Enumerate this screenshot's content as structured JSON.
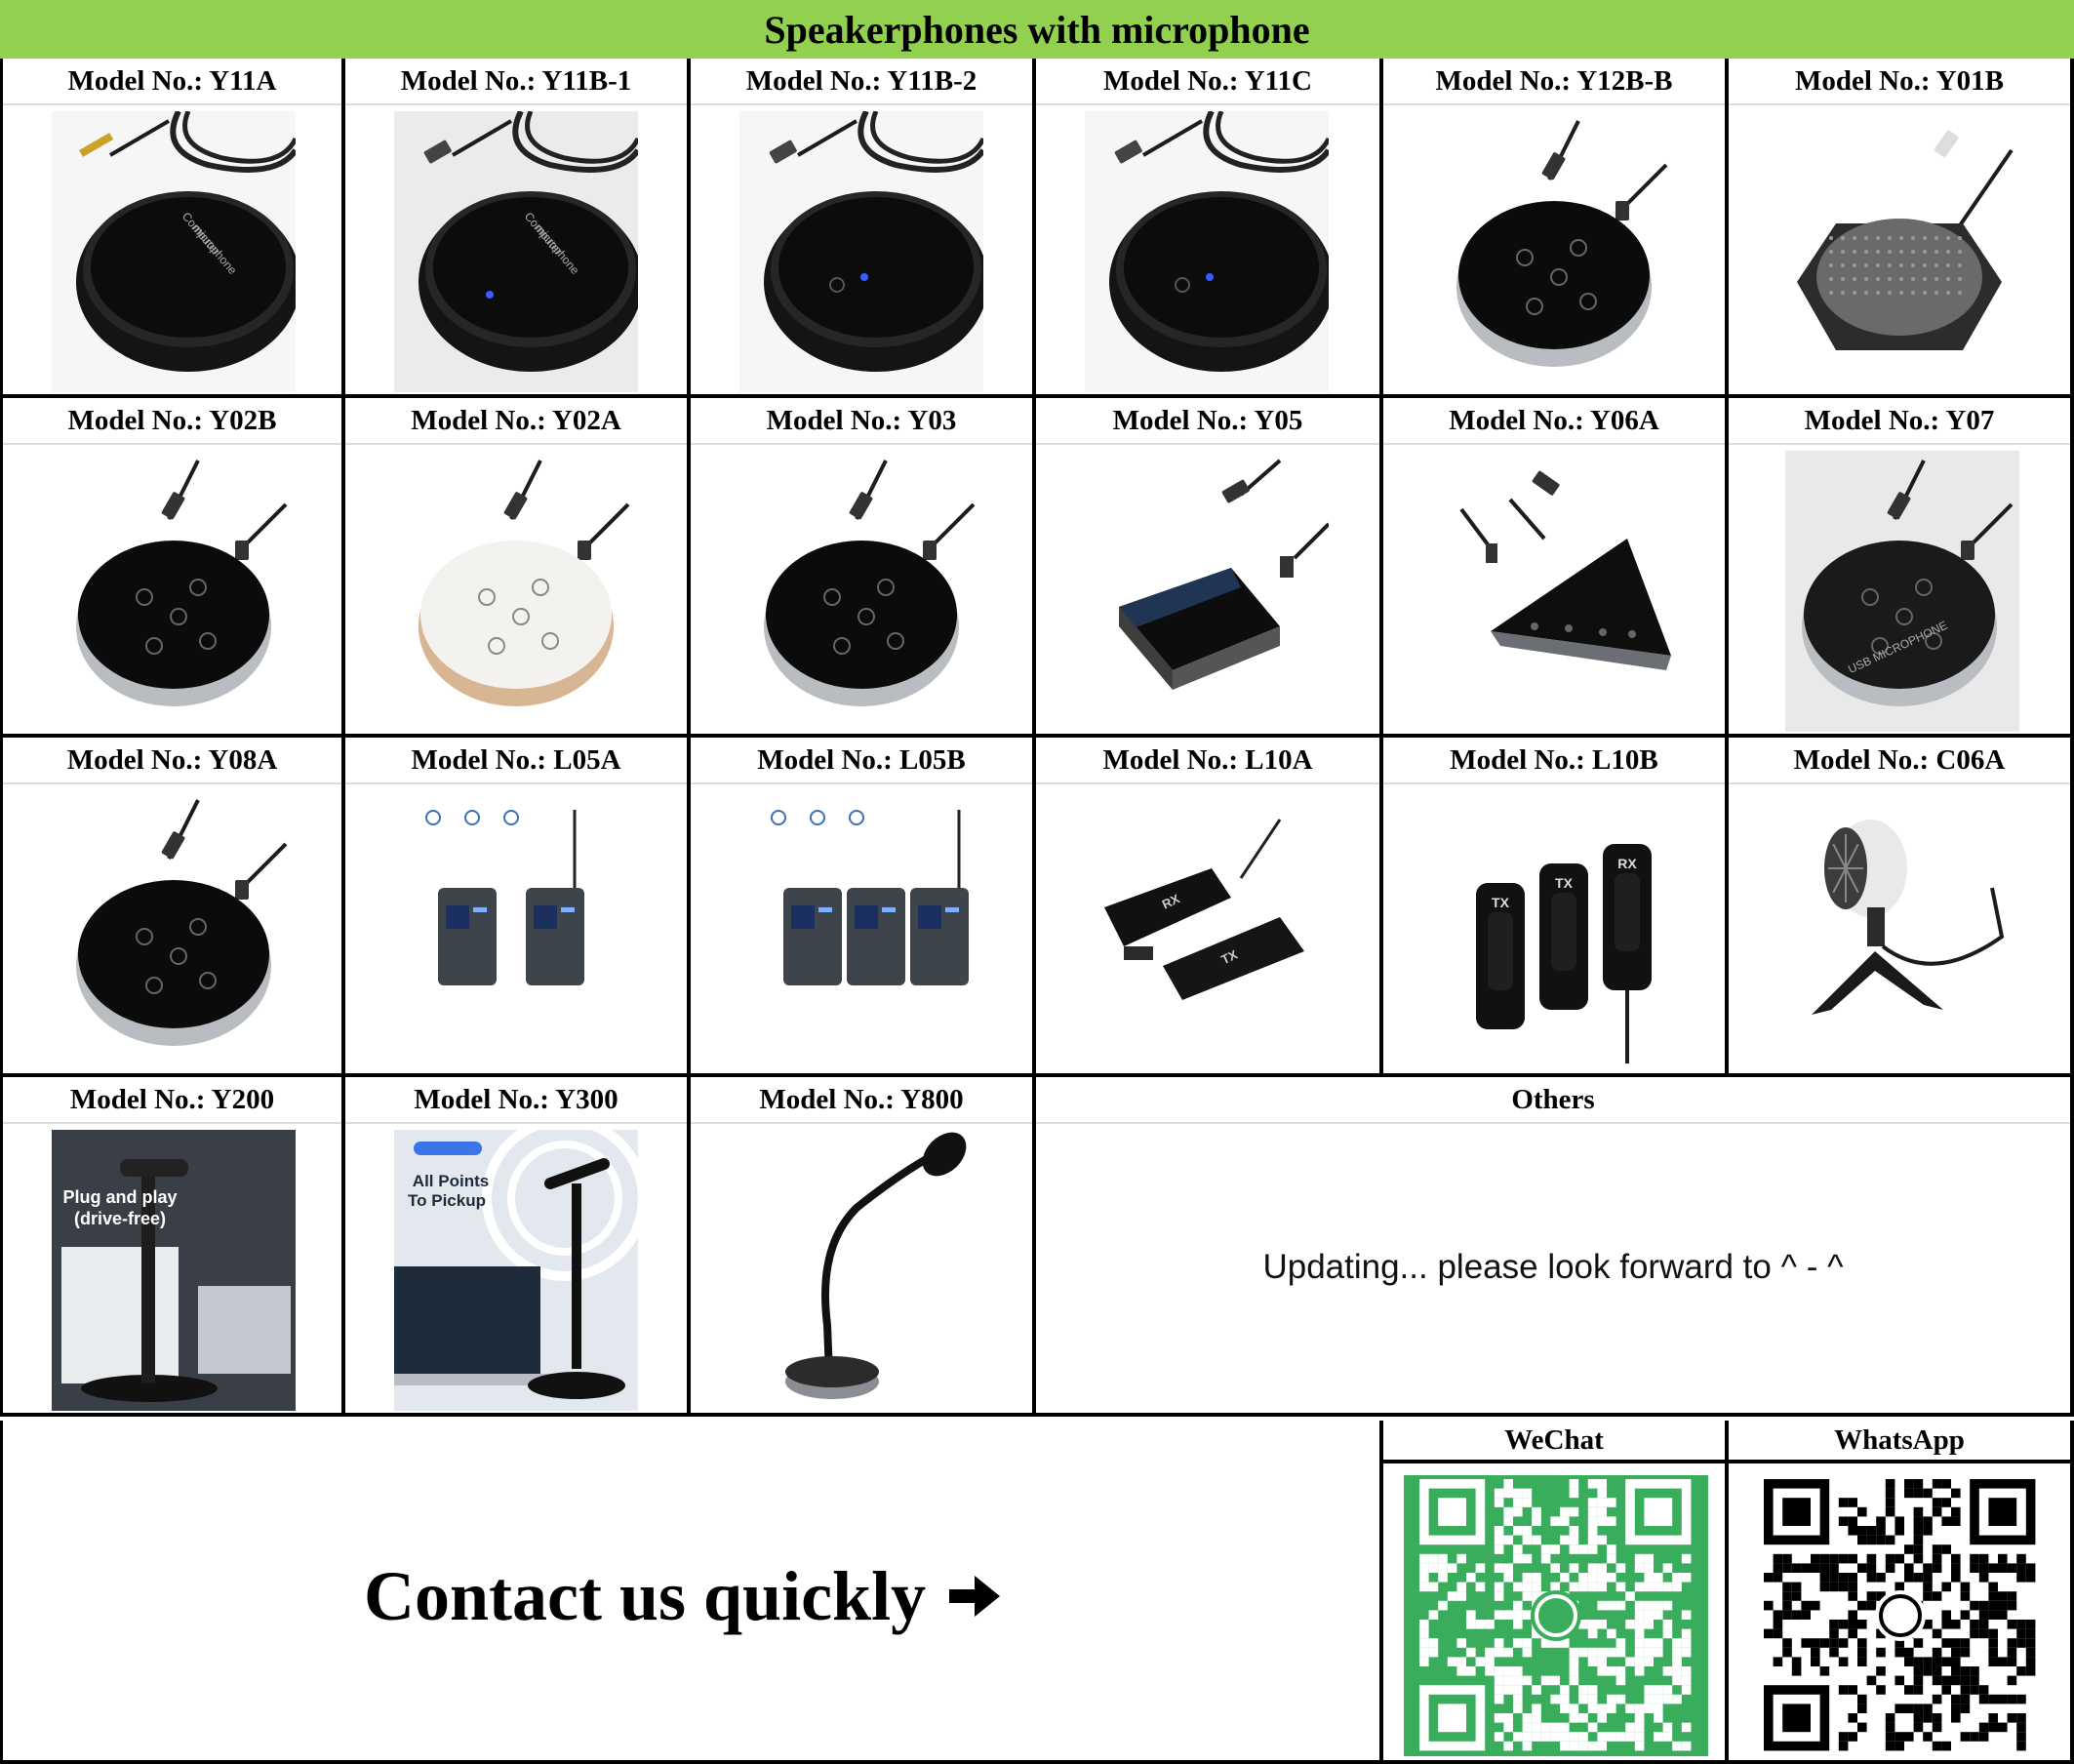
{
  "banner": {
    "title": "Speakerphones with microphone",
    "color": "#92d050"
  },
  "products": [
    {
      "label": "Model No.: Y11A",
      "kind": "round-3.5mm",
      "image_text": [
        "Computer",
        "microphone"
      ]
    },
    {
      "label": "Model No.: Y11B-1",
      "kind": "round-usb",
      "image_text": [
        "Computer",
        "microphone"
      ]
    },
    {
      "label": "Model No.: Y11B-2",
      "kind": "round-usb-buttons",
      "image_text": []
    },
    {
      "label": "Model No.: Y11C",
      "kind": "round-usb-buttons",
      "image_text": []
    },
    {
      "label": "Model No.: Y12B-B",
      "kind": "puck-silver",
      "image_text": []
    },
    {
      "label": "Model No.: Y01B",
      "kind": "mesh-speaker",
      "image_text": []
    },
    {
      "label": "Model No.: Y02B",
      "kind": "puck-black",
      "image_text": []
    },
    {
      "label": "Model No.: Y02A",
      "kind": "puck-white",
      "image_text": []
    },
    {
      "label": "Model No.: Y03",
      "kind": "puck-black",
      "image_text": []
    },
    {
      "label": "Model No.: Y05",
      "kind": "square-hub",
      "image_text": []
    },
    {
      "label": "Model No.: Y06A",
      "kind": "triangle",
      "image_text": []
    },
    {
      "label": "Model No.: Y07",
      "kind": "puck-grey",
      "image_text": [
        "USB MICROPHONE"
      ]
    },
    {
      "label": "Model No.: Y08A",
      "kind": "puck-dark",
      "image_text": []
    },
    {
      "label": "Model No.: L05A",
      "kind": "wireless-2",
      "image_text": []
    },
    {
      "label": "Model No.: L05B",
      "kind": "wireless-3",
      "image_text": []
    },
    {
      "label": "Model No.: L10A",
      "kind": "wireless-clip",
      "image_text": [
        "RX",
        "TX"
      ]
    },
    {
      "label": "Model No.: L10B",
      "kind": "wireless-bars",
      "image_text": [
        "TX",
        "TX",
        "RX"
      ]
    },
    {
      "label": "Model No.: C06A",
      "kind": "desk-mic",
      "image_text": []
    },
    {
      "label": "Model No.: Y200",
      "kind": "poster-y200",
      "image_text": [
        "Plug and play",
        "(drive-free)"
      ]
    },
    {
      "label": "Model No.: Y300",
      "kind": "poster-y300",
      "image_text": [
        "All Points",
        "To Pickup"
      ]
    },
    {
      "label": "Model No.: Y800",
      "kind": "gooseneck",
      "image_text": []
    }
  ],
  "others": {
    "label": "Others",
    "text": "Updating... please look forward to ^ - ^"
  },
  "contact": {
    "text": "Contact us quickly"
  },
  "qr": [
    {
      "label": "WeChat",
      "bg": "#3aad5c",
      "fg": "#ffffff"
    },
    {
      "label": "WhatsApp",
      "bg": "#ffffff",
      "fg": "#000000"
    }
  ]
}
